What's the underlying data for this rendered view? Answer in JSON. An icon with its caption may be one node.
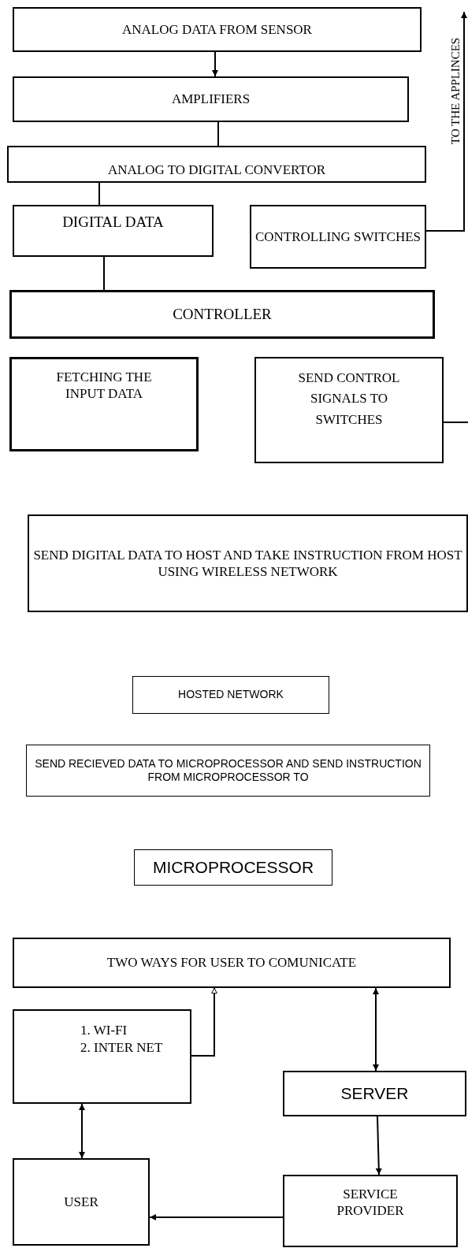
{
  "diagram": {
    "nodes": [
      {
        "text": [
          "ANALOG DATA FROM SENSOR"
        ]
      },
      {
        "text": [
          "AMPLIFIERS"
        ]
      },
      {
        "text": [
          "ANALOG TO DIGITAL CONVERTOR"
        ]
      },
      {
        "text": [
          "DIGITAL DATA"
        ]
      },
      {
        "text": [
          "CONTROLLING SWITCHES"
        ]
      },
      {
        "text": [
          "CONTROLLER"
        ]
      },
      {
        "text": [
          "FETCHING THE INPUT DATA"
        ]
      },
      {
        "text": [
          "SEND CONTROL SIGNALS TO SWITCHES"
        ]
      },
      {
        "text": [
          "SEND DIGITAL DATA TO HOST AND TAKE INSTRUCTION FROM HOST USING WIRELESS NETWORK"
        ]
      },
      {
        "text": [
          "HOSTED NETWORK"
        ]
      },
      {
        "text": [
          "SEND RECIEVED DATA TO MICROPROCESSOR AND SEND INSTRUCTION FROM MICROPROCESSOR TO"
        ]
      },
      {
        "text": [
          "MICROPROCESSOR"
        ]
      },
      {
        "text": [
          "TWO WAYS FOR USER TO COMUNICATE"
        ]
      },
      {
        "text": [
          "1. WI-FI",
          "2. INTER NET"
        ]
      },
      {
        "text": [
          "SERVER"
        ]
      },
      {
        "text": [
          "SERVICE PROVIDER"
        ]
      },
      {
        "text": [
          "USER"
        ]
      }
    ],
    "edges": [
      {
        "from": 0,
        "to": 1,
        "arrow": "to"
      },
      {
        "from": 1,
        "to": 2,
        "arrow": "none"
      },
      {
        "from": 2,
        "to": 3,
        "arrow": "none"
      },
      {
        "from": 3,
        "to": 5,
        "arrow": "none"
      },
      {
        "from": 4,
        "to": null,
        "arrow": "to",
        "label": "TO THE APPLINCES"
      },
      {
        "from": 7,
        "to": null,
        "arrow": "none"
      },
      {
        "from": 13,
        "to": 12,
        "arrow": "to"
      },
      {
        "from": 12,
        "to": 14,
        "arrow": "both"
      },
      {
        "from": 14,
        "to": 15,
        "arrow": "to"
      },
      {
        "from": 15,
        "to": 16,
        "arrow": "to"
      },
      {
        "from": 13,
        "to": 16,
        "arrow": "both"
      }
    ]
  }
}
